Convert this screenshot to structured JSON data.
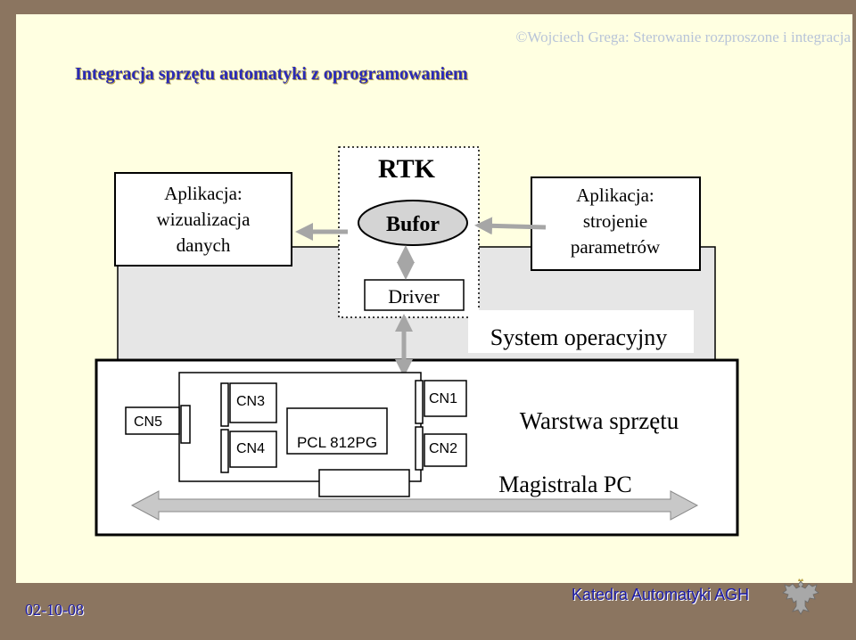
{
  "header": {
    "credit": "©Wojciech Grega:  Sterowanie rozproszone i integracja",
    "title": "Integracja sprzętu automatyki z oprogramowaniem"
  },
  "diagram": {
    "app_left": [
      "Aplikacja:",
      "wizualizacja",
      "danych"
    ],
    "rtk_title": "RTK",
    "buffer_label": "Bufor",
    "driver_label": "Driver",
    "app_right": [
      "Aplikacja:",
      "strojenie",
      "parametrów"
    ],
    "os_label": "System operacyjny",
    "hardware_layer_label": "Warstwa sprzętu",
    "bus_label": "Magistrala PC",
    "board_label": "PCL 812PG",
    "connectors": {
      "cn1": "CN1",
      "cn2": "CN2",
      "cn3": "CN3",
      "cn4": "CN4",
      "cn5": "CN5"
    }
  },
  "footer": {
    "date": "02-10-08",
    "department": "Katedra Automatyki AGH"
  },
  "icons": {
    "logo": "eagle-emblem-icon"
  },
  "colors": {
    "frame": "#8b7560",
    "slide_background": "#ffffe1",
    "title_text": "#2a2ab8",
    "os_panel": "#e6e6e6",
    "arrow": "#a6a6a6"
  }
}
